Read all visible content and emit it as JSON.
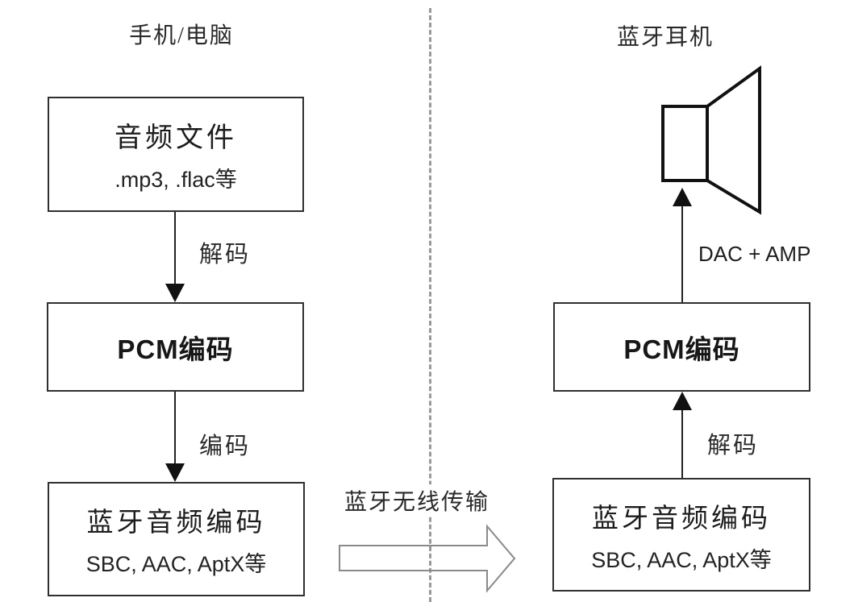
{
  "diagram": {
    "left_column": {
      "title": "手机/电脑",
      "audio_file_box": {
        "title": "音频文件",
        "subtitle": ".mp3, .flac等"
      },
      "decode_arrow_label": "解码",
      "pcm_box": {
        "title": "PCM编码"
      },
      "encode_arrow_label": "编码",
      "bt_codec_box": {
        "title": "蓝牙音频编码",
        "subtitle": "SBC, AAC, AptX等"
      }
    },
    "middle": {
      "transfer_label": "蓝牙无线传输"
    },
    "right_column": {
      "title": "蓝牙耳机",
      "dac_amp_arrow_label": "DAC + AMP",
      "pcm_box": {
        "title": "PCM编码"
      },
      "decode_arrow_label": "解码",
      "bt_codec_box": {
        "title": "蓝牙音频编码",
        "subtitle": "SBC, AAC, AptX等"
      }
    },
    "colors": {
      "background": "#ffffff",
      "box_border": "#2f2f2f",
      "line": "#222222",
      "dashed_divider": "#9a9a9a",
      "block_arrow_outline": "#8a8a8a"
    }
  }
}
